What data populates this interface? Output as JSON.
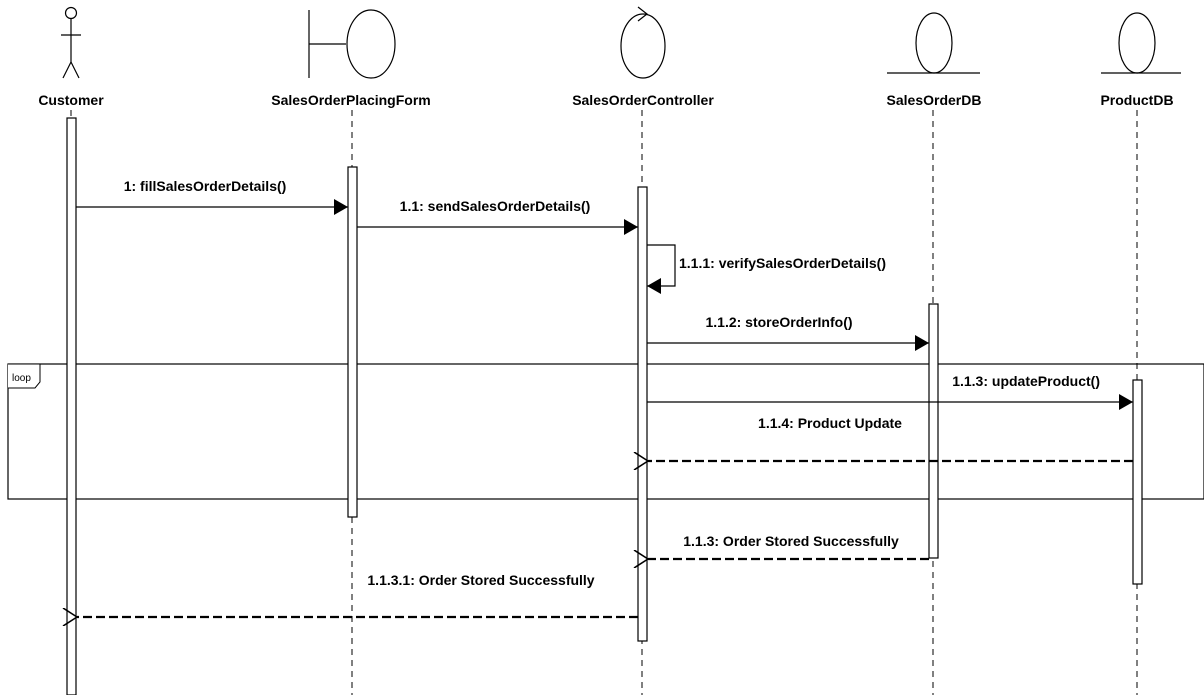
{
  "participants": {
    "customer": "Customer",
    "form": "SalesOrderPlacingForm",
    "controller": "SalesOrderController",
    "salesdb": "SalesOrderDB",
    "productdb": "ProductDB"
  },
  "fragment": {
    "operator": "loop"
  },
  "messages": {
    "m1": "1: fillSalesOrderDetails()",
    "m1_1": "1.1: sendSalesOrderDetails()",
    "m1_1_1": "1.1.1: verifySalesOrderDetails()",
    "m1_1_2": "1.1.2: storeOrderInfo()",
    "m1_1_3": "1.1.3: updateProduct()",
    "m1_1_4": "1.1.4: Product Update",
    "r1_1_3": "1.1.3: Order Stored Successfully",
    "r1_1_3_1": "1.1.3.1: Order Stored Successfully"
  }
}
